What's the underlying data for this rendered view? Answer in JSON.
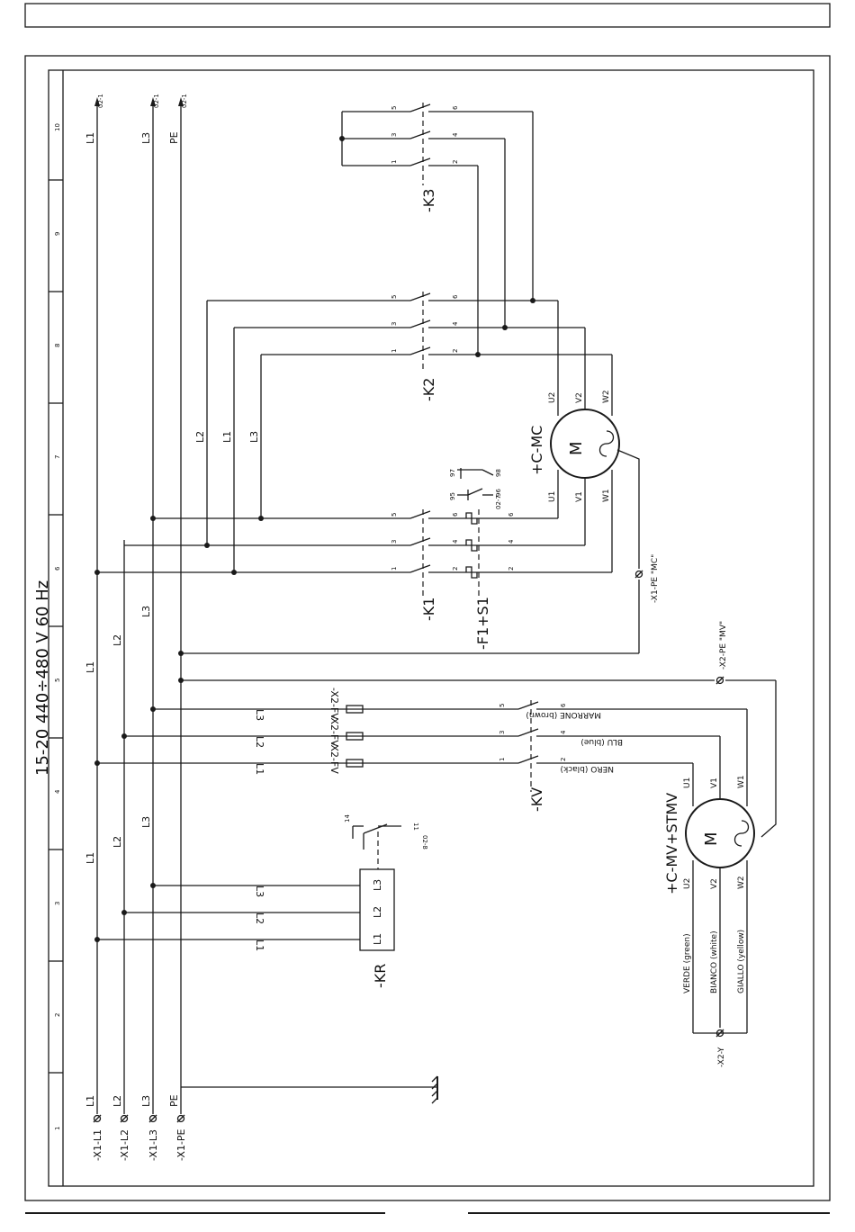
{
  "title": "15-20  440÷480 V 60 Hz",
  "grid_columns": [
    "1",
    "2",
    "3",
    "4",
    "5",
    "6",
    "7",
    "8",
    "9",
    "10"
  ],
  "bus": {
    "labels": [
      "L1",
      "L2",
      "L3",
      "PE"
    ],
    "top_refs": [
      "02-1",
      "02-1",
      "02-1"
    ],
    "terminals": [
      "-X1-L1",
      "-X1-L2",
      "-X1-L3",
      "-X1-PE"
    ],
    "mid_labels_a": [
      "L1",
      "L2",
      "L3"
    ],
    "mid_labels_b": [
      "L1",
      "L2",
      "L3"
    ]
  },
  "components": {
    "k1": "-K1",
    "k2": "-K2",
    "k3": "-K3",
    "kv": "-KV",
    "kr": "-KR",
    "f1s1": "-F1+S1",
    "motor_mc": "+C-MC",
    "motor_mv": "+C-MV+STMV",
    "motor_symbol": "M",
    "fuse": "-X2-FV",
    "x1pe_mc": "-X1-PE \"MC\"",
    "x2pe_mv": "-X2-PE \"MV\"",
    "x2y": "-X2-Y",
    "kr_contact_ref": "02-8",
    "f1_aux_refs": [
      "97",
      "98",
      "95",
      "96",
      "02-7"
    ]
  },
  "contact_numbers": {
    "line": [
      "1",
      "3",
      "5"
    ],
    "load": [
      "2",
      "4",
      "6"
    ],
    "aux": [
      "14",
      "11"
    ]
  },
  "wiring_labels": {
    "k2_feed": [
      "L2",
      "L1",
      "L3"
    ],
    "kv_feed": [
      "L1",
      "L2",
      "L3"
    ],
    "kr_feed": [
      "L1",
      "L2",
      "L3"
    ],
    "kr_terms": [
      "L1",
      "L2",
      "L3"
    ]
  },
  "motor_mc_terms": [
    "U1",
    "V1",
    "W1",
    "U2",
    "V2",
    "W2"
  ],
  "motor_mv_terms": [
    "U1",
    "V1",
    "W1",
    "U2",
    "V2",
    "W2"
  ],
  "wire_colors": [
    "NERO (black)",
    "BLU (blue)",
    "MARRONE (brown)",
    "VERDE (green)",
    "BIANCO (white)",
    "GIALLO (yellow)"
  ]
}
